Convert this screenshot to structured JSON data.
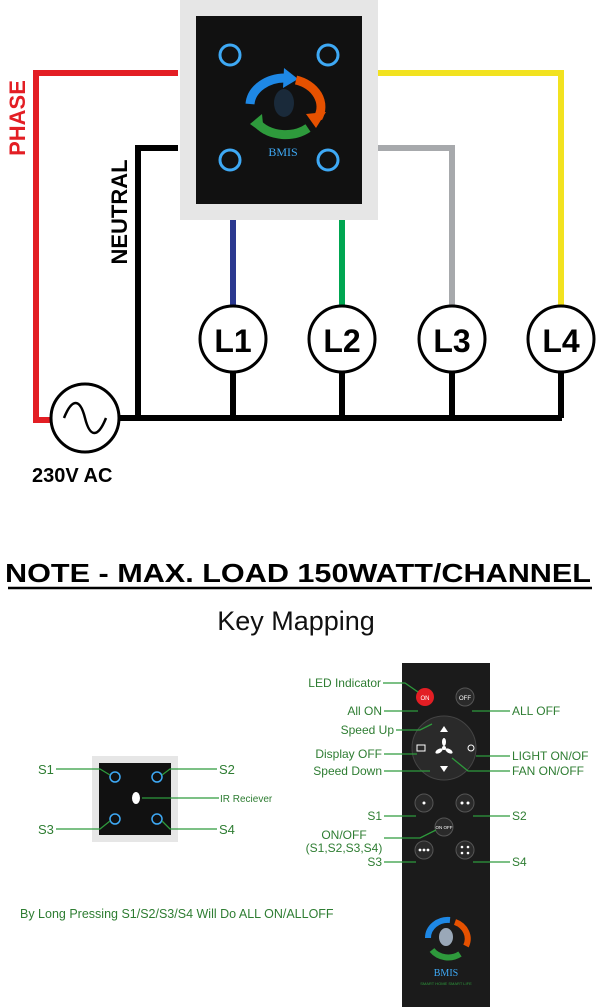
{
  "wiring": {
    "labels": {
      "phase": "PHASE",
      "neutral": "NEUTRAL",
      "source": "230V AC"
    },
    "loads": [
      "L1",
      "L2",
      "L3",
      "L4"
    ],
    "panel_brand": "BMIS",
    "colors": {
      "phase_wire": "#e31e24",
      "neutral_wire": "#000000",
      "l1_wire": "#2b3990",
      "l2_wire": "#00a651",
      "l3_wire": "#a7a9ac",
      "l4_wire": "#f2e21f",
      "panel_frame": "#e6e6e6",
      "panel_face": "#111111",
      "touch_ring": "#3ea9f5"
    }
  },
  "note": "NOTE - MAX. LOAD 150WATT/CHANNEL",
  "key_mapping": {
    "title": "Key Mapping",
    "switch_labels": {
      "s1": "S1",
      "s2": "S2",
      "s3": "S3",
      "s4": "S4",
      "ir": "IR Reciever"
    },
    "remote_labels": {
      "led": "LED Indicator",
      "all_on": "All ON",
      "all_off": "ALL OFF",
      "speed_up": "Speed Up",
      "display_off": "Display OFF",
      "speed_down": "Speed Down",
      "light": "LIGHT ON/OF",
      "fan": "FAN ON/OFF",
      "s1": "S1",
      "s2": "S2",
      "onoff_line1": "ON/OFF",
      "onoff_line2": "(S1,S2,S3,S4)",
      "s3": "S3",
      "s4": "S4"
    },
    "remote_buttons": {
      "on": "ON",
      "off": "OFF",
      "onoff_mid": "ON OFF"
    },
    "remote_brand": "BMIS",
    "remote_tagline": "SMART HOME SMART LIFE",
    "footnote": "By Long Pressing S1/S2/S3/S4 Will Do ALL ON/ALLOFF",
    "colors": {
      "label_text": "#2e7d32",
      "leader_line": "#2e9a3c"
    }
  }
}
